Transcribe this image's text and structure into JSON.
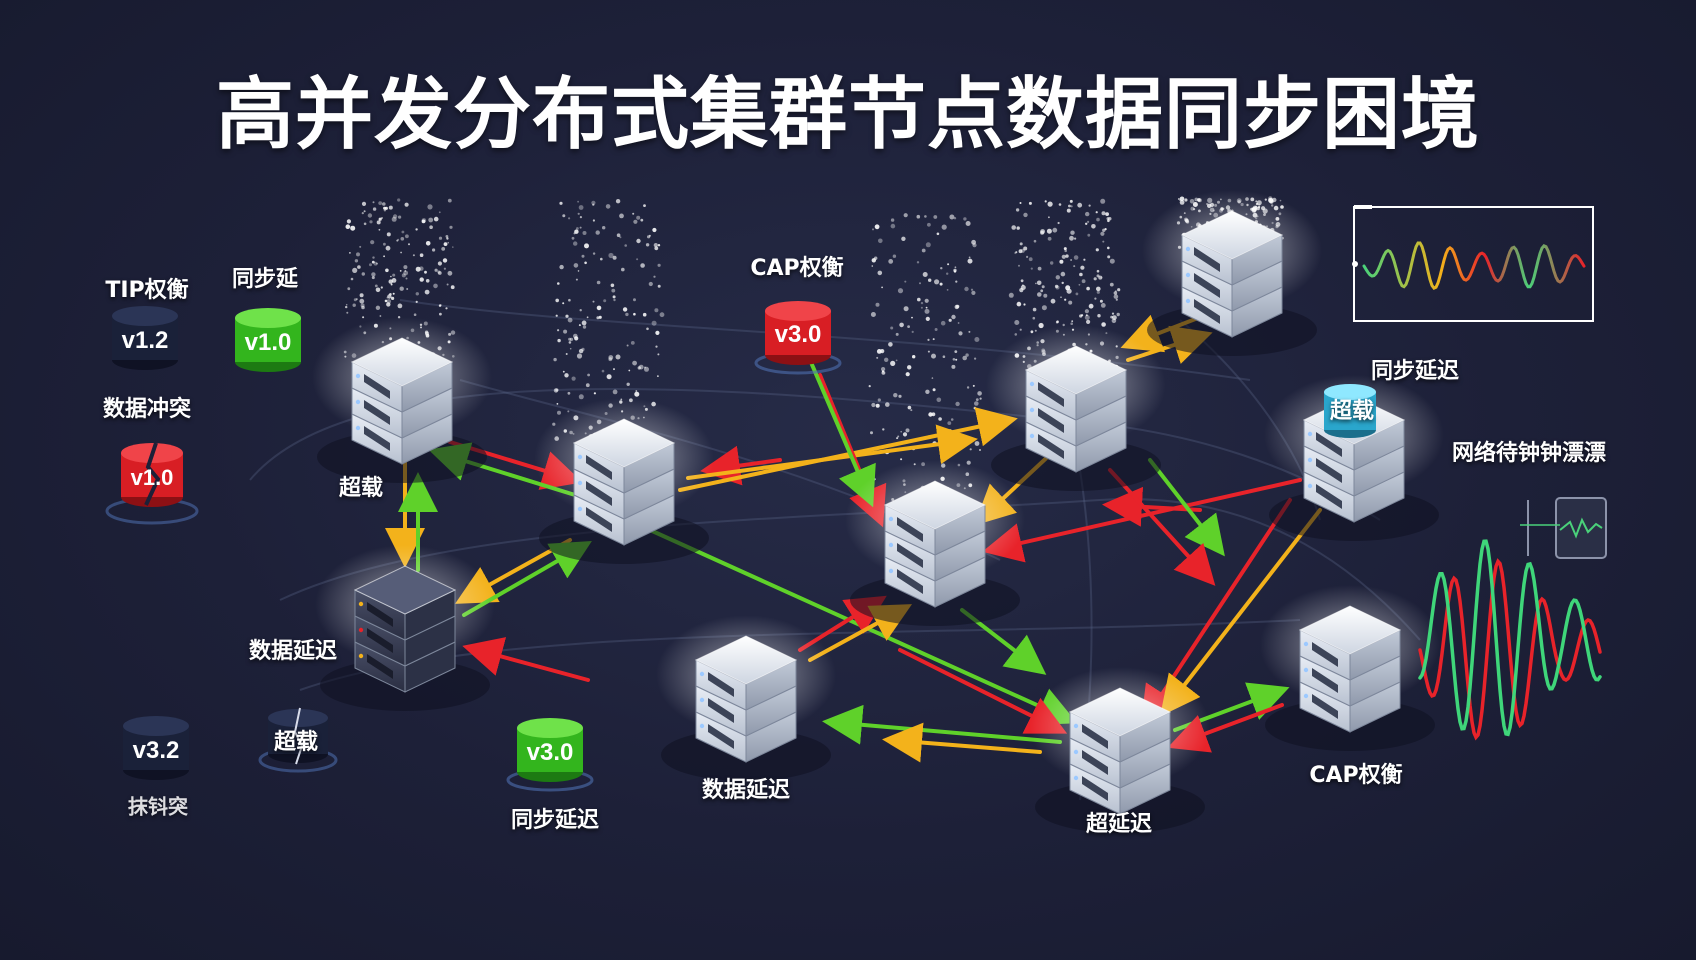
{
  "title": "高并发分布式集群节点数据同步困境",
  "colors": {
    "background": "#1d2038",
    "red": "#e8232a",
    "green": "#5fd12a",
    "yellow": "#f3b21b",
    "server": "#e9edf4"
  },
  "labels": {
    "tl_top": "TIP权衡",
    "tl_conflict": "数据冲突",
    "sync_delay_left": "同步延",
    "cap_top": "CAP权衡",
    "overload_left": "超载",
    "data_delay_left": "数据延迟",
    "overload_crack": "超载",
    "bottom_left_text": "抹钭突",
    "sync_delay_bottom": "同步延迟",
    "data_delay_bottom": "数据延迟",
    "delay_bottom_center": "超延迟",
    "sync_delay_right": "同步延迟",
    "overload_right": "超载",
    "network_jitter": "网络待钟钟漂漂",
    "cap_bottom_right": "CAP权衡"
  },
  "version_badges": {
    "navy_v12": "v1.2",
    "green_v10": "v1.0",
    "red_v30": "v3.0",
    "red_v10_broken": "v1.0",
    "navy_v32": "v3.2",
    "green_v30": "v3.0"
  },
  "servers": [
    {
      "name": "server-a"
    },
    {
      "name": "server-b"
    },
    {
      "name": "server-c"
    },
    {
      "name": "server-d"
    },
    {
      "name": "server-e"
    },
    {
      "name": "server-f"
    },
    {
      "name": "server-g"
    },
    {
      "name": "server-h"
    },
    {
      "name": "server-i"
    },
    {
      "name": "server-j"
    },
    {
      "name": "server-k"
    }
  ],
  "icons": [
    "waveform-monitor-icon",
    "small-chart-icon",
    "oscillation-chart-icon",
    "particle-stream-icon",
    "broken-disk-icon"
  ]
}
